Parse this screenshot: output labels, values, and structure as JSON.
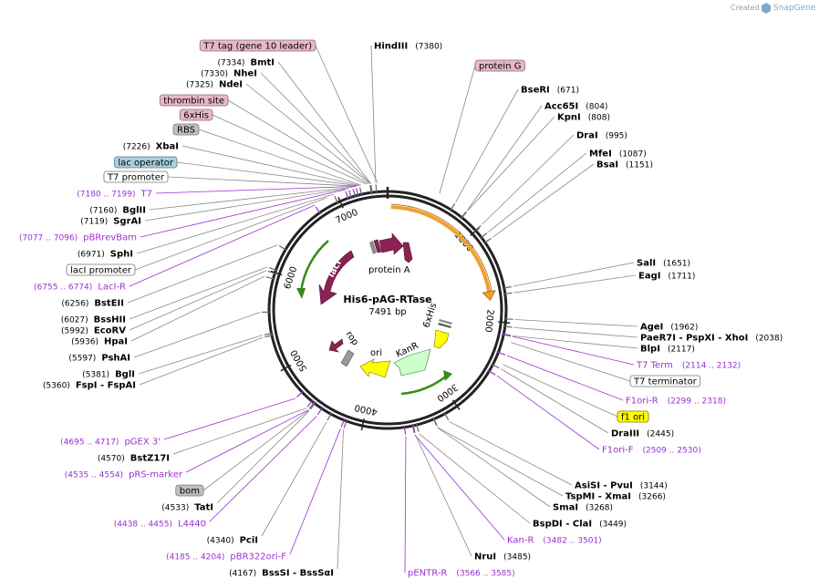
{
  "credit": {
    "created_by": "Created by",
    "brand": "SnapGene"
  },
  "center": {
    "name": "His6-pAG-RTase",
    "size": "7491 bp"
  },
  "ticks": [
    {
      "label": "1000",
      "pos": 1000
    },
    {
      "label": "2000",
      "pos": 2000
    },
    {
      "label": "3000",
      "pos": 3000
    },
    {
      "label": "4000",
      "pos": 4000
    },
    {
      "label": "5000",
      "pos": 5000
    },
    {
      "label": "6000",
      "pos": 6000
    },
    {
      "label": "7000",
      "pos": 7000
    }
  ],
  "left_labels": [
    {
      "type": "feature",
      "text": "T7 tag (gene 10 leader)",
      "fill": "#e8b8c8",
      "stroke": "#8a6a74",
      "pos": 7380
    },
    {
      "type": "site",
      "pos_text": "(7334)",
      "name": "BmtI"
    },
    {
      "type": "site",
      "pos_text": "(7330)",
      "name": "NheI"
    },
    {
      "type": "site",
      "pos_text": "(7325)",
      "name": "NdeI"
    },
    {
      "type": "feature",
      "text": "thrombin site",
      "fill": "#e8b8c8",
      "stroke": "#8a6a74"
    },
    {
      "type": "feature",
      "text": "6xHis",
      "fill": "#e8b8c8",
      "stroke": "#8a6a74"
    },
    {
      "type": "feature",
      "text": "RBS",
      "fill": "#c0c0c0",
      "stroke": "#777777"
    },
    {
      "type": "site",
      "pos_text": "(7226)",
      "name": "XbaI"
    },
    {
      "type": "feature",
      "text": "lac operator",
      "fill": "#a8d0e0",
      "stroke": "#557788"
    },
    {
      "type": "feature",
      "text": "T7 promoter",
      "fill": "#ffffff",
      "stroke": "#777777"
    },
    {
      "type": "primer",
      "pos_text": "(7180 .. 7199)",
      "name": "T7"
    },
    {
      "type": "site",
      "pos_text": "(7160)",
      "name": "BglII"
    },
    {
      "type": "site",
      "pos_text": "(7119)",
      "name": "SgrAI"
    },
    {
      "type": "primer",
      "pos_text": "(7077 .. 7096)",
      "name": "pBRrevBam"
    },
    {
      "type": "site",
      "pos_text": "(6971)",
      "name": "SphI"
    },
    {
      "type": "feature",
      "text": "lacI promoter",
      "fill": "#ffffff",
      "stroke": "#777777"
    },
    {
      "type": "primer",
      "pos_text": "(6755 .. 6774)",
      "name": "LacI-R"
    },
    {
      "type": "site",
      "pos_text": "(6256)",
      "name": "BstEII"
    },
    {
      "type": "site",
      "pos_text": "(6027)",
      "name": "BssHII"
    },
    {
      "type": "site",
      "pos_text": "(5992)",
      "name": "EcoRV"
    },
    {
      "type": "site",
      "pos_text": "(5936)",
      "name": "HpaI"
    },
    {
      "type": "site",
      "pos_text": "(5597)",
      "name": "PshAI"
    },
    {
      "type": "site",
      "pos_text": "(5381)",
      "name": "BglI"
    },
    {
      "type": "site",
      "pos_text": "(5360)",
      "name": "FspI",
      "name2": "FspAI"
    }
  ],
  "bottom_left_labels": [
    {
      "type": "primer",
      "pos_text": "(4695 .. 4717)",
      "name": "pGEX 3'"
    },
    {
      "type": "site",
      "pos_text": "(4570)",
      "name": "BstZ17I"
    },
    {
      "type": "primer",
      "pos_text": "(4535 .. 4554)",
      "name": "pRS-marker"
    },
    {
      "type": "feature",
      "text": "bom",
      "fill": "#c0c0c0",
      "stroke": "#777777"
    },
    {
      "type": "site",
      "pos_text": "(4533)",
      "name": "TatI"
    },
    {
      "type": "primer",
      "pos_text": "(4438 .. 4455)",
      "name": "L4440"
    },
    {
      "type": "site",
      "pos_text": "(4340)",
      "name": "PciI"
    },
    {
      "type": "primer",
      "pos_text": "(4185 .. 4204)",
      "name": "pBR322ori-F"
    },
    {
      "type": "site",
      "pos_text": "(4167)",
      "name": "BssSI",
      "name2": "BssSαI"
    }
  ],
  "right_labels": [
    {
      "type": "site",
      "name": "HindIII",
      "pos_text": "(7380)"
    },
    {
      "type": "feature",
      "text": "protein G",
      "fill": "#e8b8c8",
      "stroke": "#8a6a74"
    },
    {
      "type": "site",
      "name": "BseRI",
      "pos_text": "(671)"
    },
    {
      "type": "site",
      "name": "Acc65I",
      "pos_text": "(804)"
    },
    {
      "type": "site",
      "name": "KpnI",
      "pos_text": "(808)"
    },
    {
      "type": "site",
      "name": "DraI",
      "pos_text": "(995)"
    },
    {
      "type": "site",
      "name": "MfeI",
      "pos_text": "(1087)"
    },
    {
      "type": "site",
      "name": "BsaI",
      "pos_text": "(1151)"
    },
    {
      "type": "site",
      "name": "SalI",
      "pos_text": "(1651)"
    },
    {
      "type": "site",
      "name": "EagI",
      "pos_text": "(1711)"
    },
    {
      "type": "site",
      "name": "AgeI",
      "pos_text": "(1962)"
    },
    {
      "type": "site",
      "name": "PaeR7I",
      "name2": "PspXI",
      "name3": "XhoI",
      "pos_text": "(2038)"
    },
    {
      "type": "site",
      "name": "BlpI",
      "pos_text": "(2117)"
    },
    {
      "type": "primer",
      "name": "T7 Term",
      "pos_text": "(2114 .. 2132)"
    },
    {
      "type": "feature",
      "text": "T7 terminator",
      "fill": "#ffffff",
      "stroke": "#777777"
    },
    {
      "type": "primer",
      "name": "F1ori-R",
      "pos_text": "(2299 .. 2318)"
    },
    {
      "type": "feature",
      "text": "f1 ori",
      "fill": "#ffff00",
      "stroke": "#777700"
    },
    {
      "type": "site",
      "name": "DraIII",
      "pos_text": "(2445)"
    },
    {
      "type": "primer",
      "name": "F1ori-F",
      "pos_text": "(2509 .. 2530)"
    },
    {
      "type": "site",
      "name": "AsiSI",
      "name2": "PvuI",
      "pos_text": "(3144)"
    },
    {
      "type": "site",
      "name": "TspMI",
      "name2": "XmaI",
      "pos_text": "(3266)"
    },
    {
      "type": "site",
      "name": "SmaI",
      "pos_text": "(3268)"
    },
    {
      "type": "site",
      "name": "BspDI",
      "name2": "ClaI",
      "pos_text": "(3449)"
    },
    {
      "type": "primer",
      "name": "Kan-R",
      "pos_text": "(3482 .. 3501)"
    },
    {
      "type": "site",
      "name": "NruI",
      "pos_text": "(3485)"
    },
    {
      "type": "primer",
      "name": "pENTR-R",
      "pos_text": "(3566 .. 3585)"
    }
  ],
  "features_inner": [
    {
      "name": "protein A",
      "color": "#8b2252"
    },
    {
      "name": "lacI",
      "color": "#8b2252"
    },
    {
      "name": "6xHis",
      "color": "#8b2252"
    },
    {
      "name": "KanR",
      "color": "#ccffcc"
    },
    {
      "name": "ori",
      "color": "#ffff00"
    },
    {
      "name": "rop",
      "color": "#8b2252"
    }
  ]
}
